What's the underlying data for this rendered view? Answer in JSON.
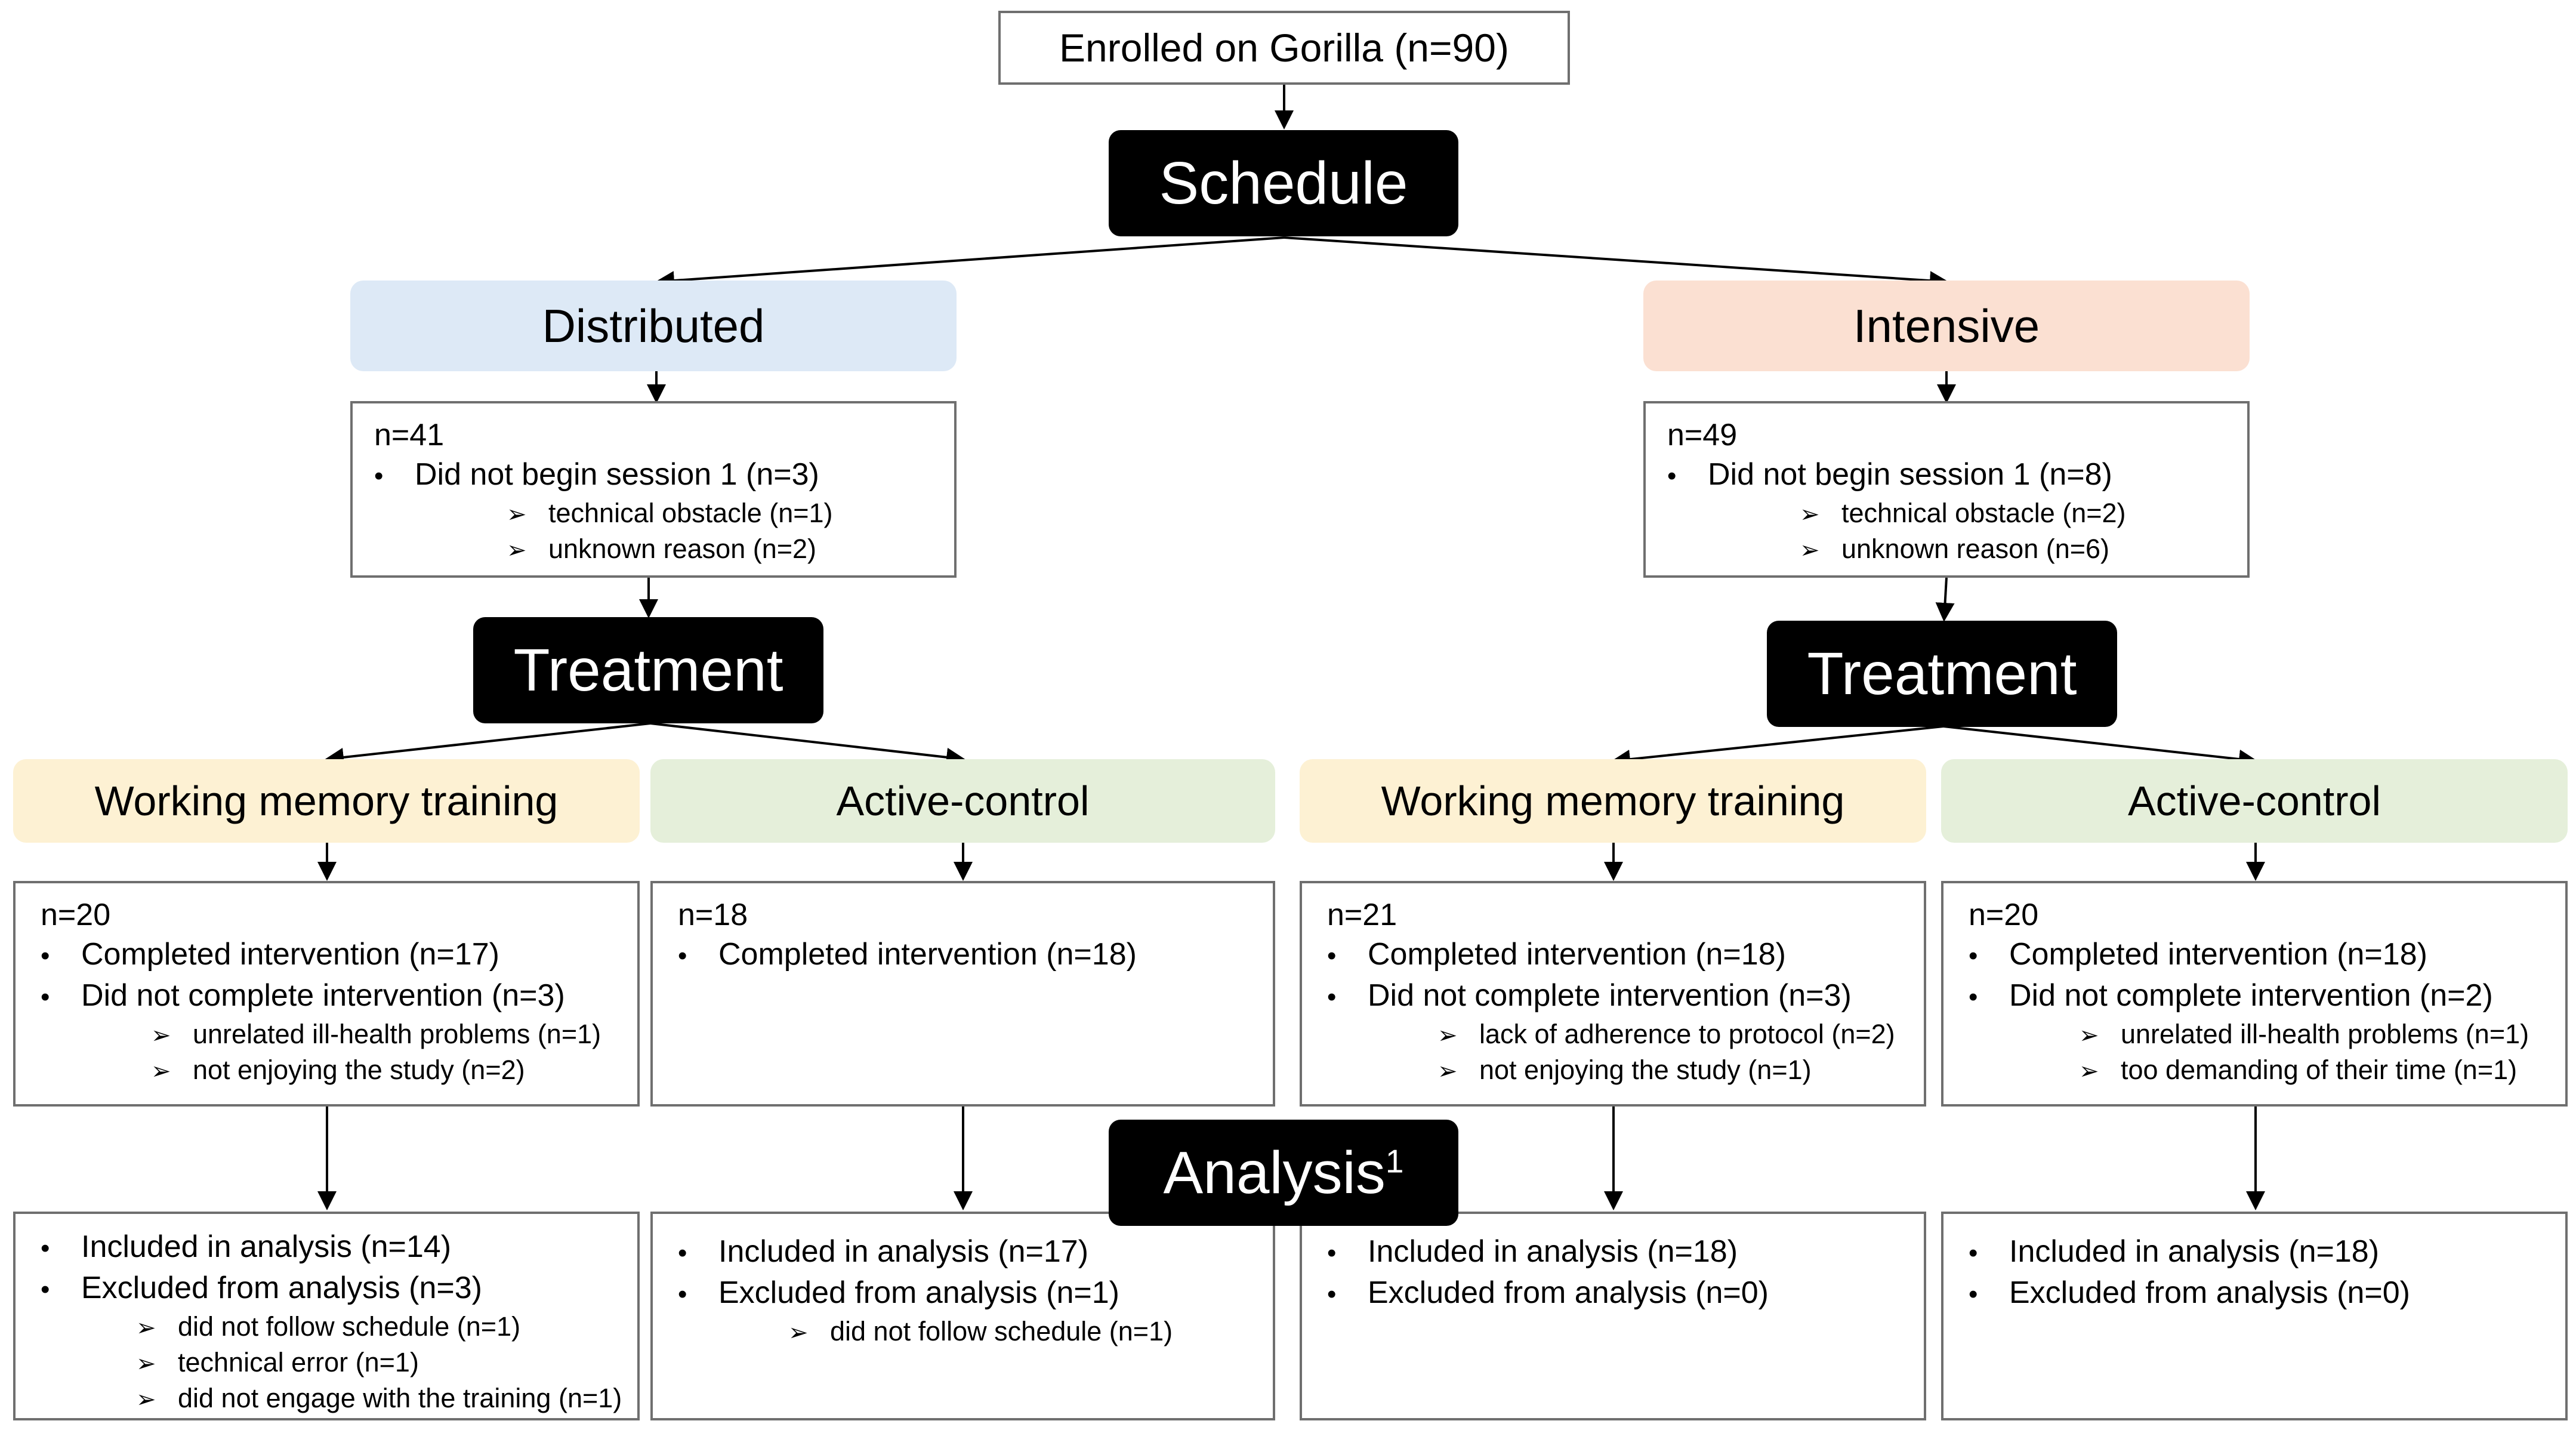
{
  "enrolled": "Enrolled on Gorilla (n=90)",
  "schedule": "Schedule",
  "distributed": {
    "label": "Distributed",
    "n": "n=41",
    "item": "Did not begin session 1 (n=3)",
    "subs": [
      "technical obstacle (n=1)",
      "unknown reason (n=2)"
    ],
    "treatment": "Treatment"
  },
  "intensive": {
    "label": "Intensive",
    "n": "n=49",
    "item": "Did not begin session 1 (n=8)",
    "subs": [
      "technical obstacle (n=2)",
      "unknown reason (n=6)"
    ],
    "treatment": "Treatment"
  },
  "groups": {
    "wm_label": "Working memory training",
    "ac_label": "Active-control"
  },
  "treat": {
    "g1": {
      "n": "n=20",
      "items": [
        "Completed intervention (n=17)",
        "Did not complete intervention (n=3)"
      ],
      "subs": [
        "unrelated ill-health problems (n=1)",
        "not enjoying the study (n=2)"
      ]
    },
    "g2": {
      "n": "n=18",
      "items": [
        "Completed intervention (n=18)"
      ]
    },
    "g3": {
      "n": "n=21",
      "items": [
        "Completed intervention (n=18)",
        "Did not complete intervention (n=3)"
      ],
      "subs": [
        "lack of adherence to protocol (n=2)",
        "not enjoying the study (n=1)"
      ]
    },
    "g4": {
      "n": "n=20",
      "items": [
        "Completed intervention (n=18)",
        "Did not complete intervention (n=2)"
      ],
      "subs": [
        "unrelated ill-health problems (n=1)",
        "too demanding of their time (n=1)"
      ]
    }
  },
  "analysis": {
    "label": "Analysis",
    "sup": "1"
  },
  "results": {
    "g1": {
      "items": [
        "Included in analysis (n=14)",
        "Excluded from analysis (n=3)"
      ],
      "subs": [
        "did not follow schedule (n=1)",
        "technical error (n=1)",
        "did not engage with the training (n=1)"
      ]
    },
    "g2": {
      "items": [
        "Included in analysis (n=17)",
        "Excluded from analysis (n=1)"
      ],
      "subs": [
        "did not follow schedule (n=1)"
      ]
    },
    "g3": {
      "items": [
        "Included in analysis (n=18)",
        "Excluded from analysis (n=0)"
      ]
    },
    "g4": {
      "items": [
        "Included in analysis (n=18)",
        "Excluded from analysis (n=0)"
      ]
    }
  },
  "colors": {
    "distributed": "#dde9f6",
    "intensive": "#fbe0d2",
    "working_memory": "#fdf1d3",
    "active_control": "#e5efda"
  }
}
